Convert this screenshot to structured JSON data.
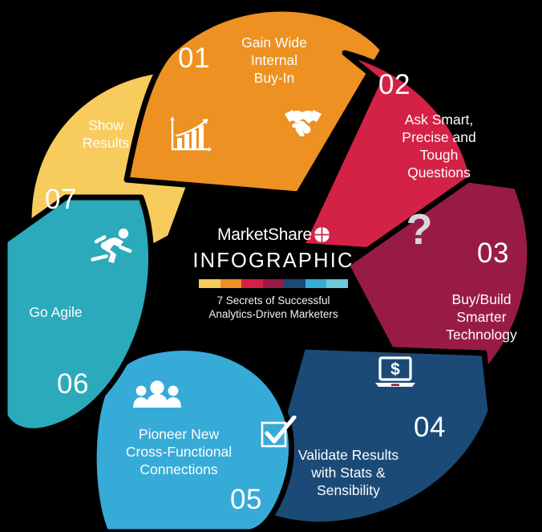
{
  "graphic": {
    "title": "7 Secrets of Successful Analytics-Driven Marketers",
    "background_color": "#000000",
    "type": "pinwheel-cycle-infographic"
  },
  "center": {
    "brand_name": "MarketShare",
    "brand_mark_icon": "pie-quadrant-logo-icon",
    "heading": "INFOGRAPHIC",
    "tagline": "7 Secrets of Successful\nAnalytics-Driven Marketers",
    "color_bar": [
      "#F8CC5C",
      "#ED9122",
      "#D32246",
      "#981B46",
      "#1B4A77",
      "#37ABD8",
      "#69C9D8"
    ]
  },
  "segments": [
    {
      "number": "01",
      "label": "Gain Wide\nInternal\nBuy-In",
      "color": "#ED9122",
      "icon": "handshake-icon"
    },
    {
      "number": "02",
      "label": "Ask Smart,\nPrecise and\nTough\nQuestions",
      "color": "#D32246",
      "icon": "question-mark-icon"
    },
    {
      "number": "03",
      "label": "Buy/Build\nSmarter\nTechnology",
      "color": "#981B46",
      "icon": "laptop-dollar-icon"
    },
    {
      "number": "04",
      "label": "Validate Results\nwith Stats &\nSensibility",
      "color": "#1B4A77",
      "icon": "checkbox-checked-icon"
    },
    {
      "number": "05",
      "label": "Pioneer New\nCross-Functional\nConnections",
      "color": "#37ABD8",
      "icon": "people-group-icon"
    },
    {
      "number": "06",
      "label": "Go Agile",
      "color": "#2BAABB",
      "icon": "running-person-icon"
    },
    {
      "number": "07",
      "label": "Show\nResults",
      "color": "#F8CC5C",
      "icon": "bar-chart-growth-icon"
    }
  ]
}
